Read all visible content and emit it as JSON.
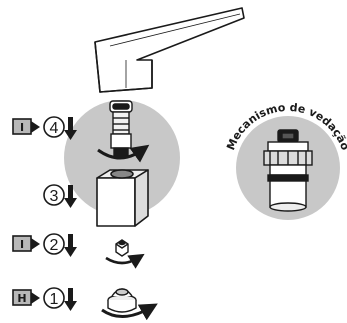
{
  "steps": [
    {
      "number": "④",
      "key": "I"
    },
    {
      "number": "③",
      "key": ""
    },
    {
      "number": "②",
      "key": "I"
    },
    {
      "number": "①",
      "key": "H"
    }
  ],
  "mechanism_label": "Mecanismo de vedação",
  "colors": {
    "stroke": "#1a1a1a",
    "grey_circle": "#c8c8c8",
    "light_grey": "#e6e6e6",
    "key_fill": "#b8b8b8"
  },
  "icons": [
    "key-I-icon",
    "key-H-icon",
    "arrow-down-icon",
    "rotate-arrow-icon"
  ]
}
